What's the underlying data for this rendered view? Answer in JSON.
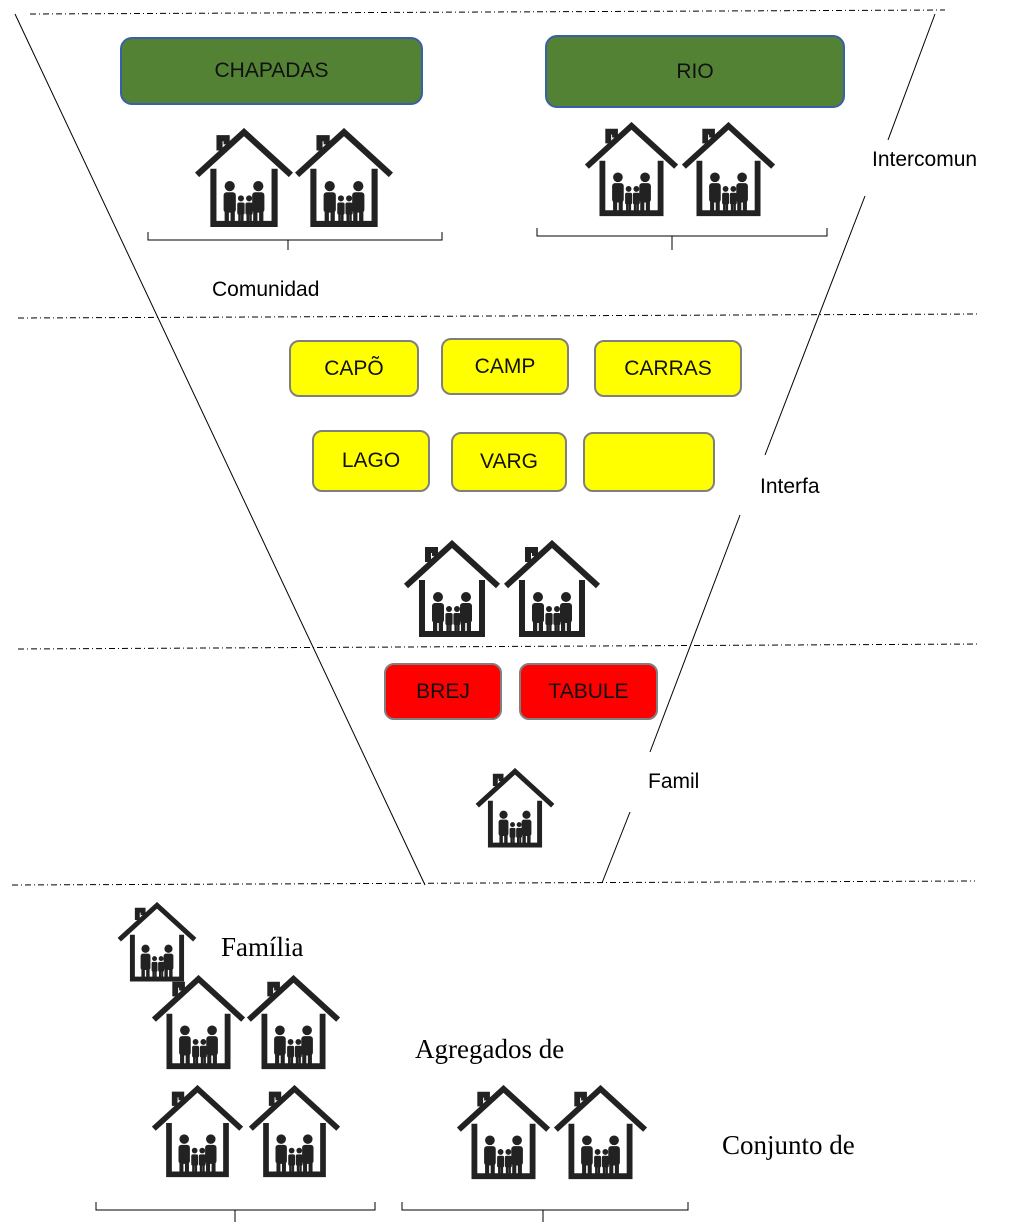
{
  "communities": [
    "CHAPADAS",
    "RIO"
  ],
  "community_label": "Comunidad",
  "interfaces": [
    "CAPÕ",
    "CAMP",
    "CARRAS",
    "LAGO",
    "VARG",
    ""
  ],
  "families": [
    "BREJ",
    "TABULE"
  ],
  "level_labels": {
    "intercommunity": "Intercomun",
    "interface": "Interfa",
    "family": "Famil"
  },
  "legend": {
    "family": "Família",
    "aggregates": "Agregados de",
    "set": "Conjunto de"
  },
  "colors": {
    "community": "#548235",
    "interface": "#ffff00",
    "family": "#ff0000"
  },
  "icons": [
    "house-family-icon"
  ]
}
